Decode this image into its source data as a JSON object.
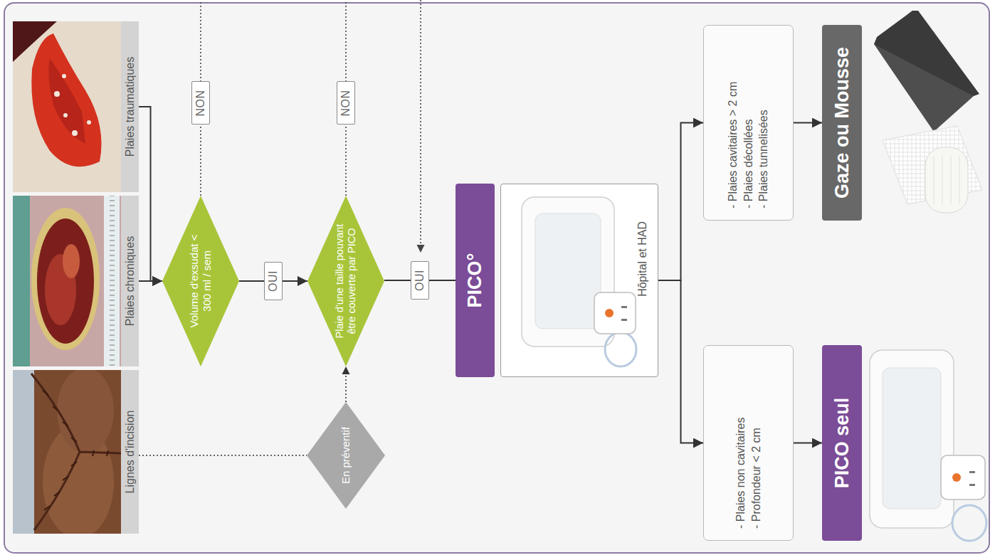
{
  "diagram": {
    "nodes": [
      {
        "text": [
          "Lignes d'incision"
        ]
      },
      {
        "text": [
          "Plaies chroniques"
        ]
      },
      {
        "text": [
          "Plaies traumatiques"
        ]
      },
      {
        "text": [
          "Volume d'exsudat < 300 ml / sem"
        ]
      },
      {
        "text": [
          "En préventif"
        ]
      },
      {
        "text": [
          "Plaie d'une taille pouvant être couverte par PICO"
        ]
      },
      {
        "text": [
          "PICO°"
        ]
      },
      {
        "text": [
          "Hôpital et HAD"
        ]
      },
      {
        "text": [
          "- Plaies non cavitaires",
          "- Profondeur < 2 cm"
        ]
      },
      {
        "text": [
          "- Plaies cavitaires > 2 cm",
          "- Plaies décollées",
          "- Plaies tunnelisées"
        ]
      },
      {
        "text": [
          "PICO seul"
        ]
      },
      {
        "text": [
          "Gaze ou Mousse"
        ]
      }
    ],
    "edges": [
      {
        "from": 0,
        "to": 4,
        "arrow": "none"
      },
      {
        "from": 1,
        "to": 3,
        "arrow": "to"
      },
      {
        "from": 2,
        "to": 3,
        "arrow": "to"
      },
      {
        "from": 3,
        "to": 5,
        "label": "OUI",
        "arrow": "to"
      },
      {
        "from": 4,
        "to": 5,
        "arrow": "to"
      },
      {
        "from": 5,
        "to": 6,
        "label": "OUI",
        "arrow": "none"
      },
      {
        "from": 7,
        "to": 8,
        "arrow": "to"
      },
      {
        "from": 7,
        "to": 9,
        "arrow": "to"
      },
      {
        "from": 8,
        "to": 10,
        "arrow": "to"
      },
      {
        "from": 9,
        "to": 11,
        "arrow": "to"
      }
    ],
    "labels": [
      "NON",
      "NON"
    ]
  }
}
